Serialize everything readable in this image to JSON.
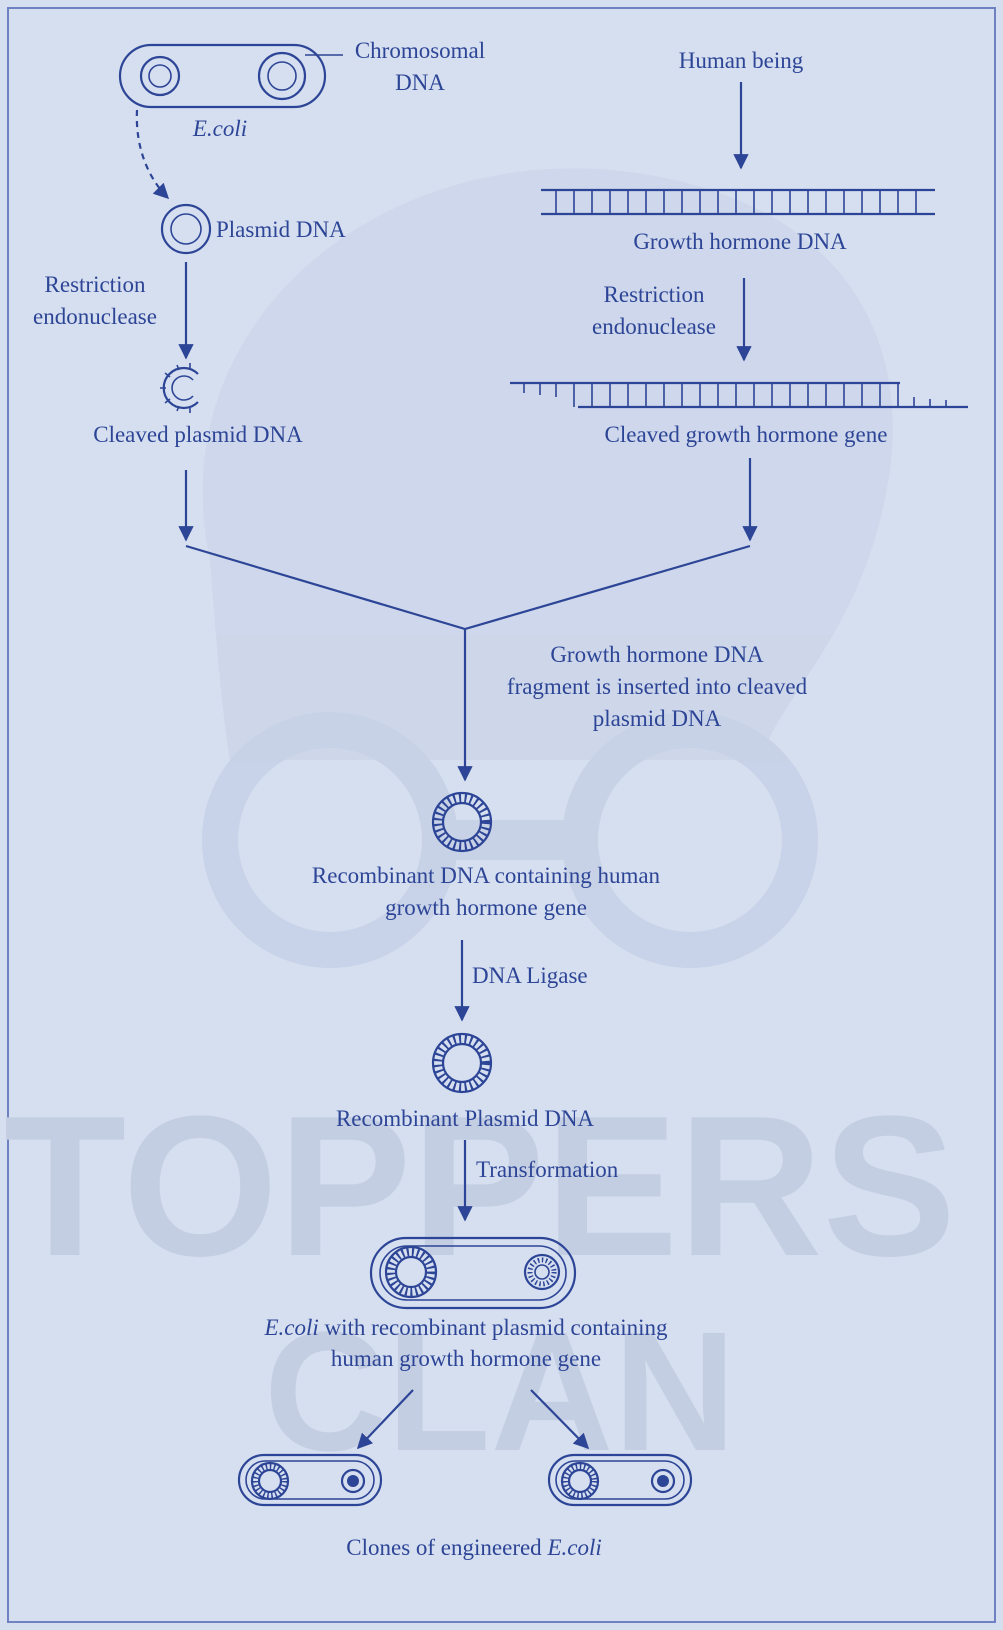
{
  "watermark": {
    "line1": "TOPPERS",
    "line2": "CLAN"
  },
  "labels": {
    "chromosomal_dna_1": "Chromosomal",
    "chromosomal_dna_2": "DNA",
    "ecoli": "E.coli",
    "human_being": "Human being",
    "plasmid_dna": "Plasmid DNA",
    "growth_hormone_dna": "Growth hormone DNA",
    "restriction_left_1": "Restriction",
    "restriction_left_2": "endonuclease",
    "restriction_right_1": "Restriction",
    "restriction_right_2": "endonuclease",
    "cleaved_plasmid": "Cleaved plasmid DNA",
    "cleaved_gene": "Cleaved growth hormone gene",
    "insert_1": "Growth hormone DNA",
    "insert_2": "fragment is inserted into cleaved",
    "insert_3": "plasmid DNA",
    "recombinant_1": "Recombinant DNA containing human",
    "recombinant_2": "growth hormone gene",
    "dna_ligase": "DNA Ligase",
    "recombinant_plasmid": "Recombinant Plasmid DNA",
    "transformation": "Transformation",
    "ecoli_result_italic": "E.coli",
    "ecoli_result_rest": " with recombinant plasmid containing",
    "ecoli_result_2": "human growth hormone gene",
    "clones_prefix": "Clones of engineered ",
    "clones_italic": "E.coli"
  },
  "colors": {
    "ink": "#2d4596",
    "background": "#d6dff0",
    "watermark": "#c4cee3"
  }
}
